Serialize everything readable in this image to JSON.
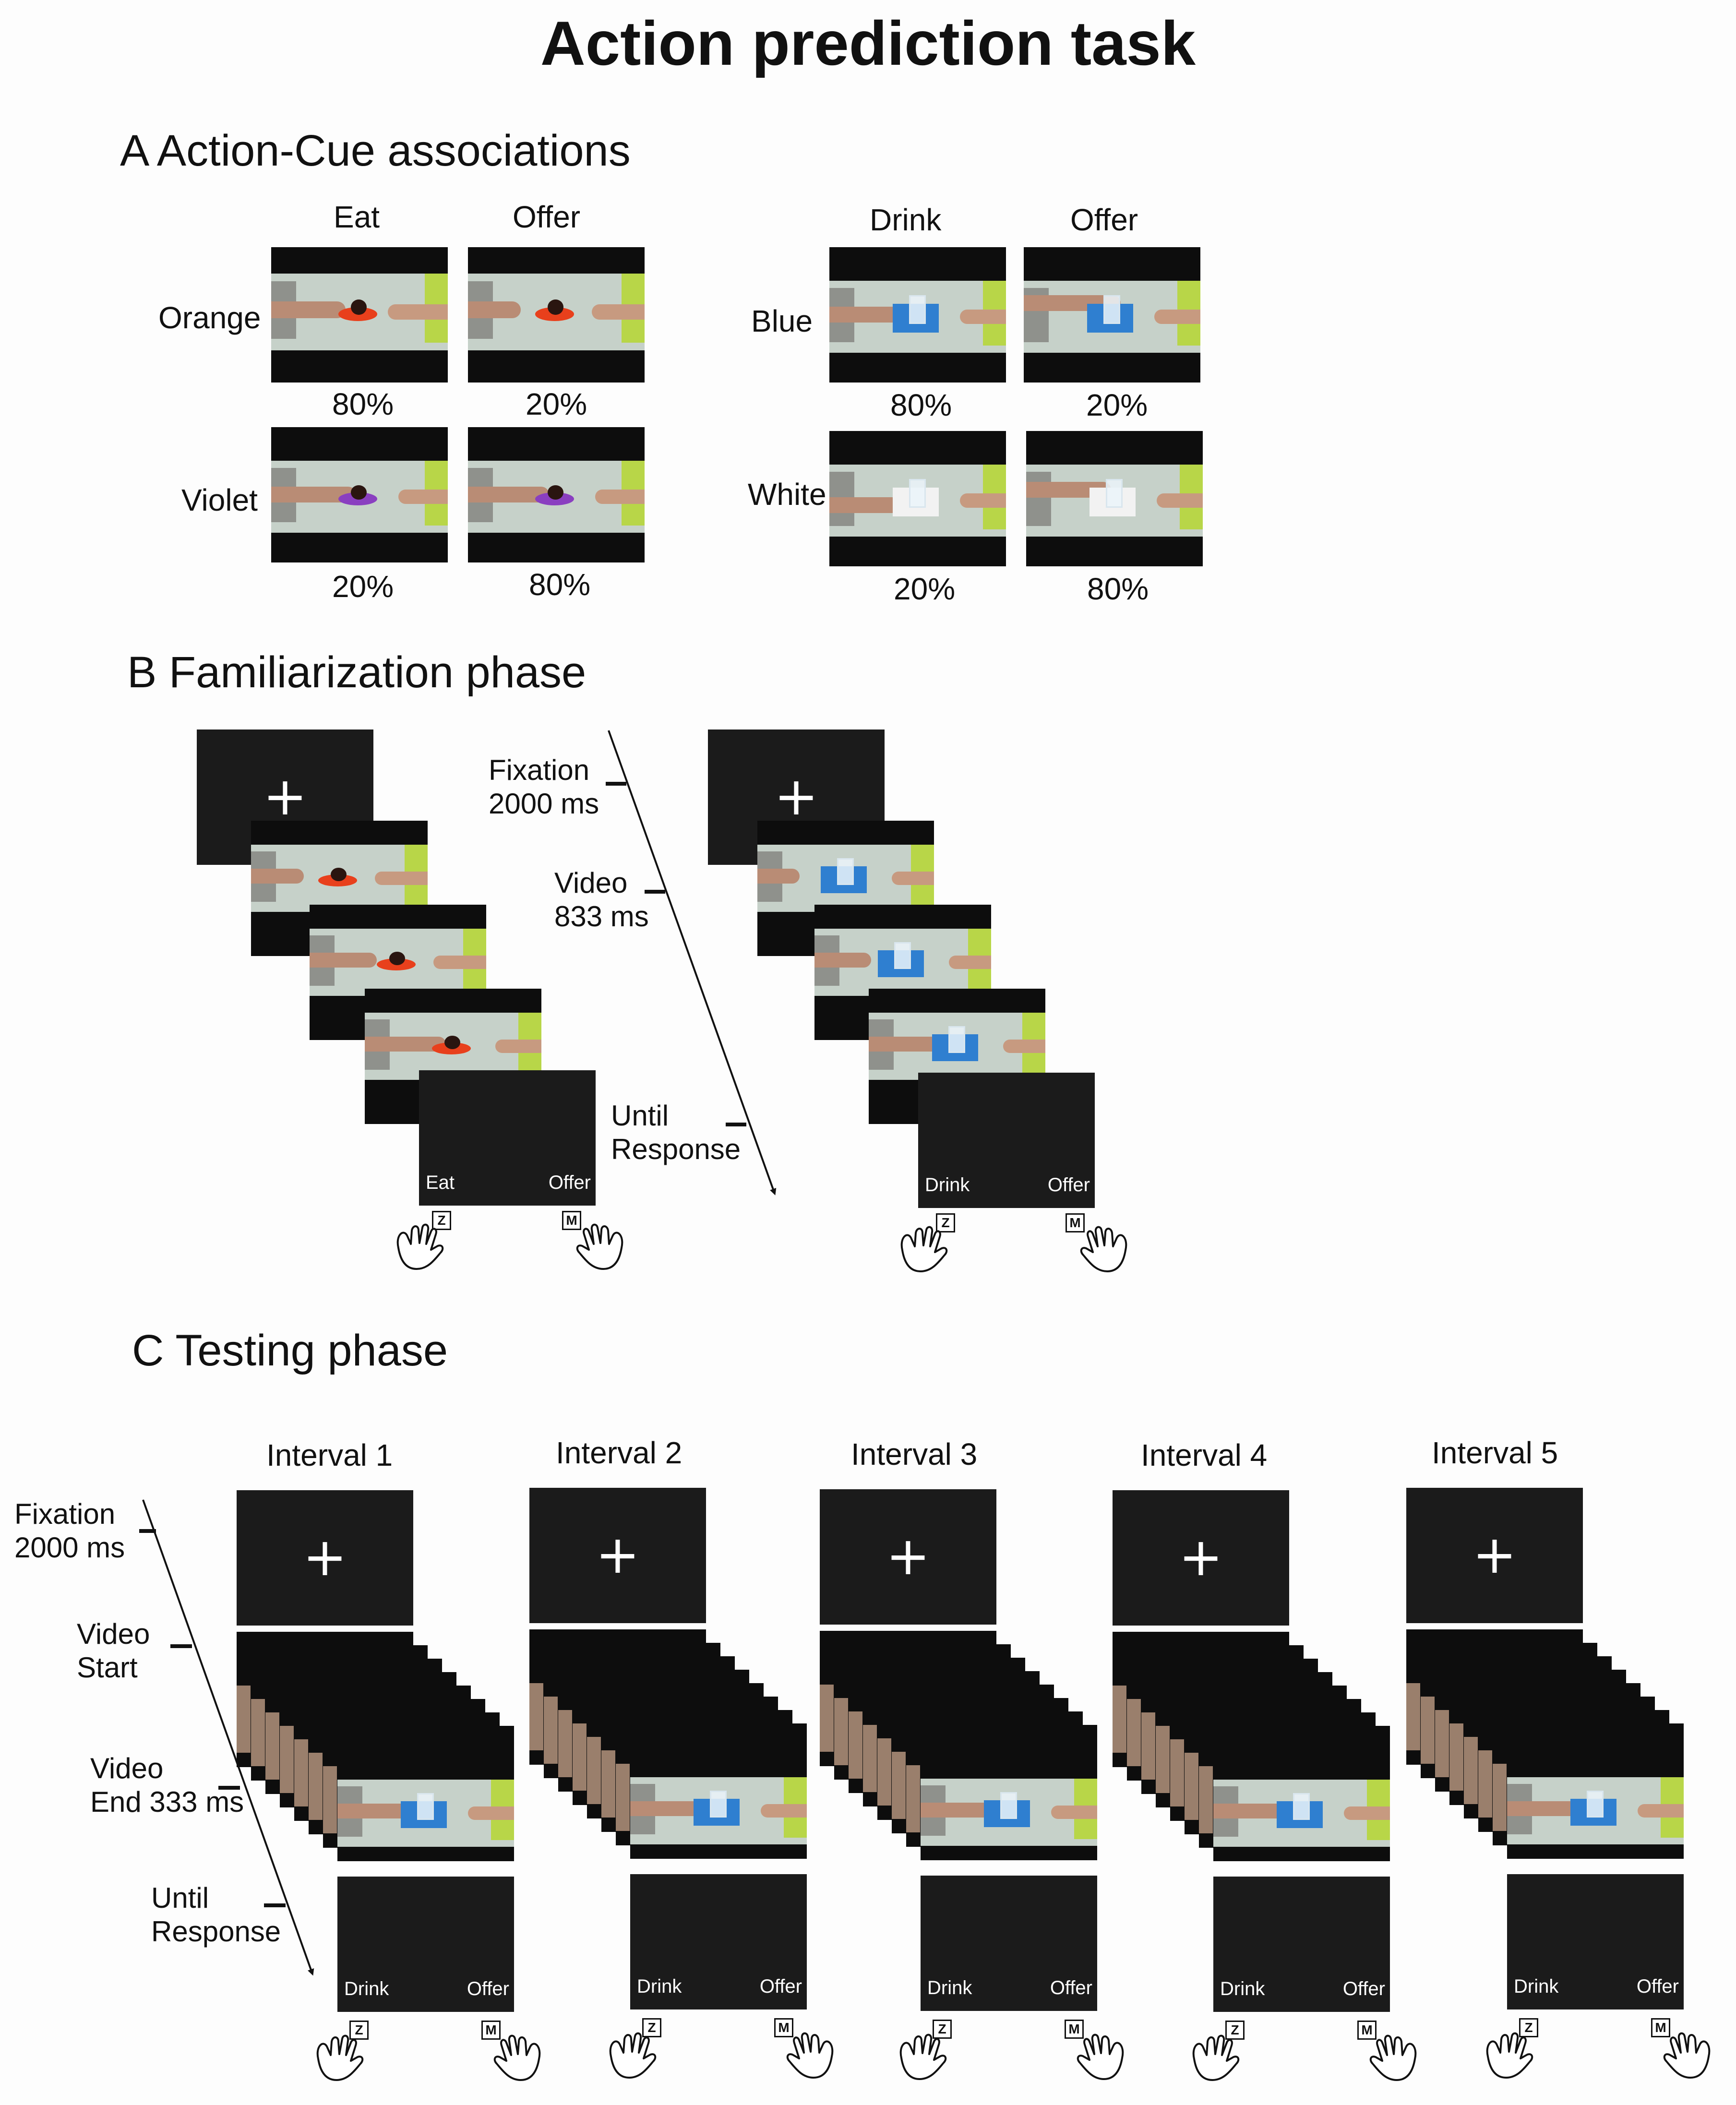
{
  "title": "Action prediction task",
  "section_a": {
    "heading": "A  Action-Cue associations",
    "left_actions": [
      "Eat",
      "Offer"
    ],
    "right_actions": [
      "Drink",
      "Offer"
    ],
    "rows": [
      {
        "cue": "Orange",
        "pcts": [
          "80%",
          "20%"
        ]
      },
      {
        "cue": "Violet",
        "pcts": [
          "20%",
          "80%"
        ]
      },
      {
        "cue": "Blue",
        "pcts": [
          "80%",
          "20%"
        ]
      },
      {
        "cue": "White",
        "pcts": [
          "20%",
          "80%"
        ]
      }
    ]
  },
  "section_b": {
    "heading": "B  Familiarization phase",
    "fixation": [
      "Fixation",
      "2000 ms"
    ],
    "video": [
      "Video",
      "833 ms"
    ],
    "until": [
      "Until",
      "Response"
    ],
    "left_responses": [
      "Eat",
      "Offer"
    ],
    "right_responses": [
      "Drink",
      "Offer"
    ],
    "cross": "+",
    "keys": [
      "Z",
      "M"
    ]
  },
  "section_c": {
    "heading": "C Testing phase",
    "intervals": [
      "Interval 1",
      "Interval 2",
      "Interval 3",
      "Interval 4",
      "Interval 5"
    ],
    "fixation": [
      "Fixation",
      "2000 ms"
    ],
    "video_start": [
      "Video",
      "Start"
    ],
    "video_end": [
      "Video",
      "End 333 ms"
    ],
    "until": [
      "Until",
      "Response"
    ],
    "responses": [
      "Drink",
      "Offer"
    ],
    "cross": "+",
    "keys": [
      "Z",
      "M"
    ]
  },
  "colors": {
    "orange_plate": "#e8401c",
    "violet_plate": "#8a3fc0",
    "blue_mat": "#2f7fd0",
    "white_mat": "#f2f2f2",
    "screen": "#1b1b1b",
    "table": "#c6d1c9"
  }
}
